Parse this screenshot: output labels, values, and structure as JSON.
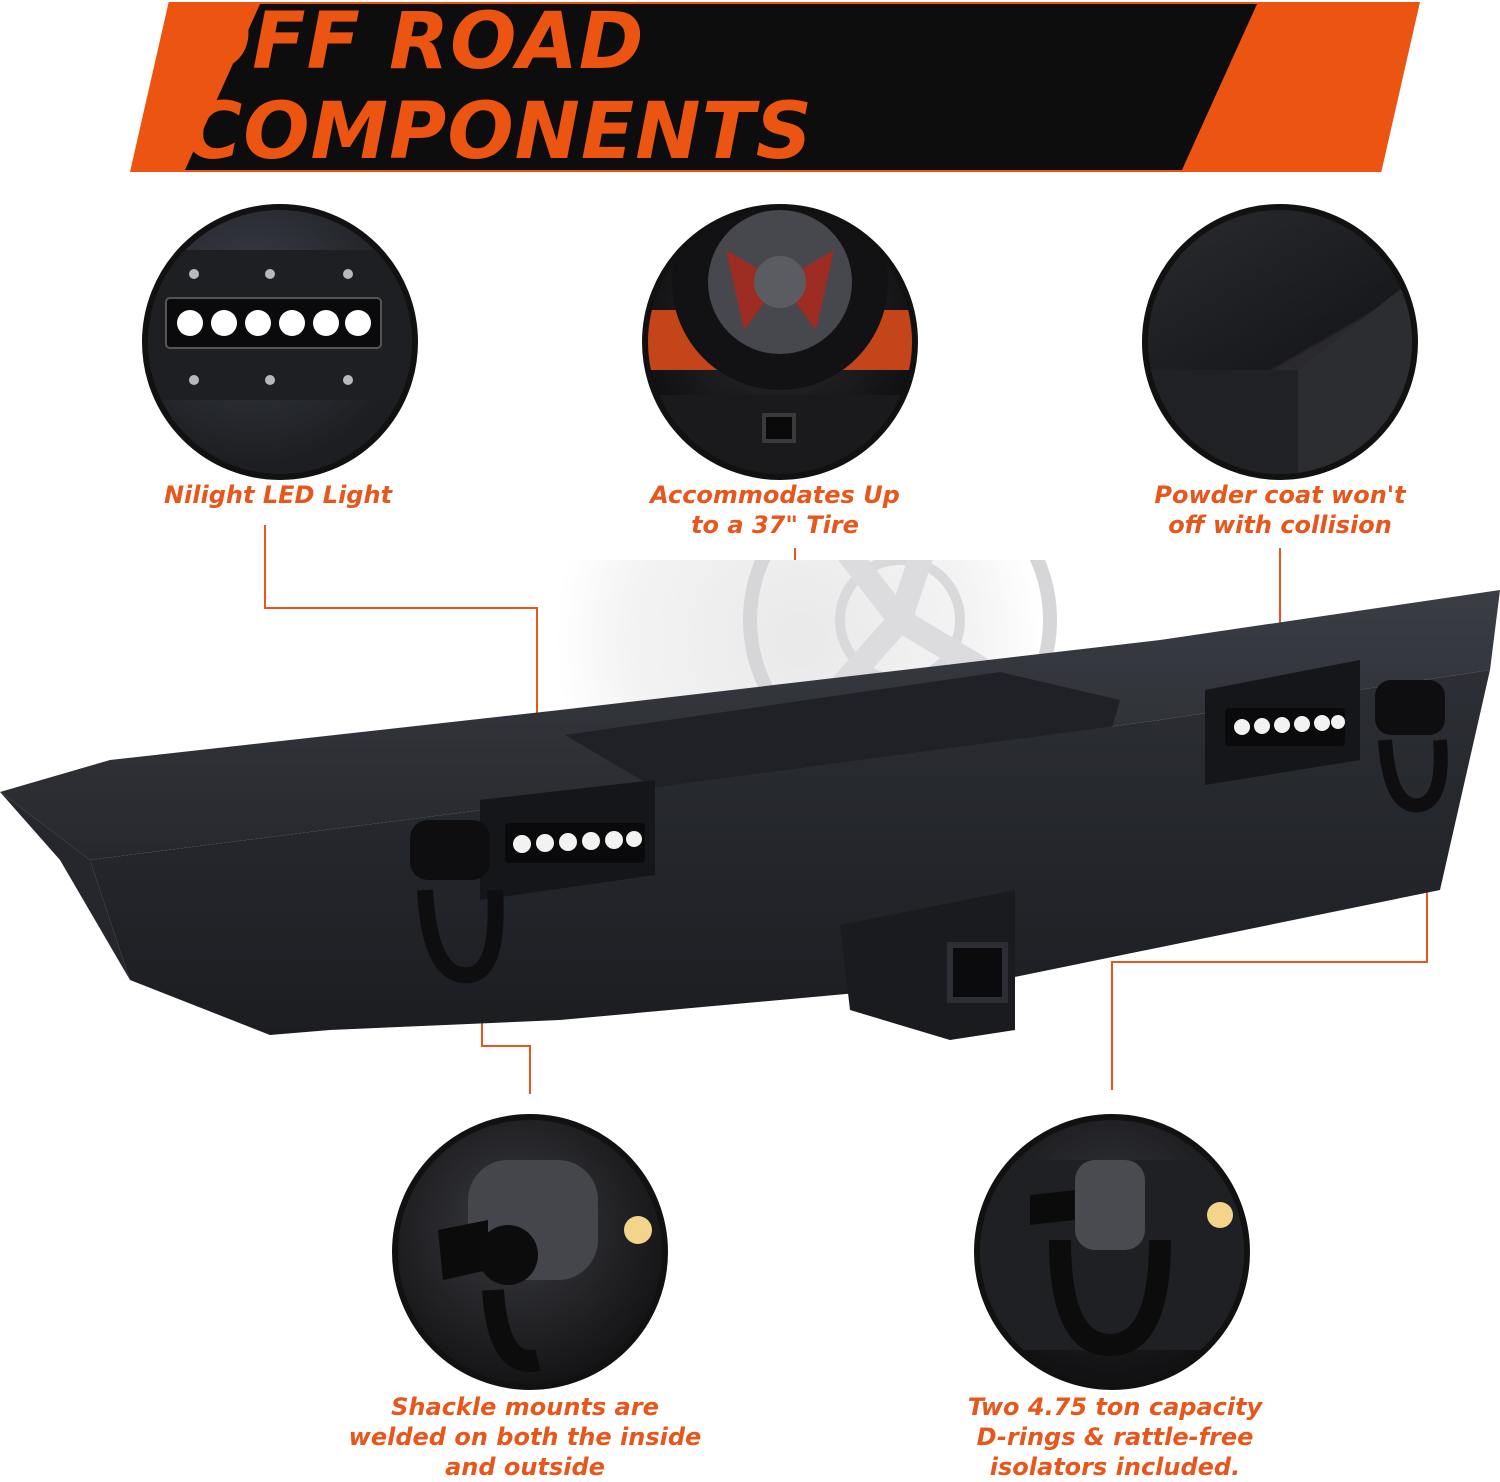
{
  "banner": {
    "title": "OFF ROAD COMPONENTS",
    "colors": {
      "accent": "#ec5412",
      "bar": "#0d0d0d"
    }
  },
  "features": [
    {
      "id": "led",
      "caption_lines": [
        "Nilight LED Light"
      ],
      "icon": "led-light-bar"
    },
    {
      "id": "tire",
      "caption_lines": [
        "Accommodates Up",
        "to a 37\" Tire"
      ],
      "icon": "spare-tire"
    },
    {
      "id": "coat",
      "caption_lines": [
        "Powder coat won't",
        "off with collision"
      ],
      "icon": "powder-coat-surface"
    },
    {
      "id": "shackle",
      "caption_lines": [
        "Shackle mounts are",
        "welded on both the inside",
        "and outside"
      ],
      "icon": "shackle-mount"
    },
    {
      "id": "dring",
      "caption_lines": [
        "Two 4.75 ton capacity",
        "D-rings & rattle-free",
        "isolators included."
      ],
      "icon": "d-ring"
    }
  ],
  "caption_color": "#e8561b"
}
